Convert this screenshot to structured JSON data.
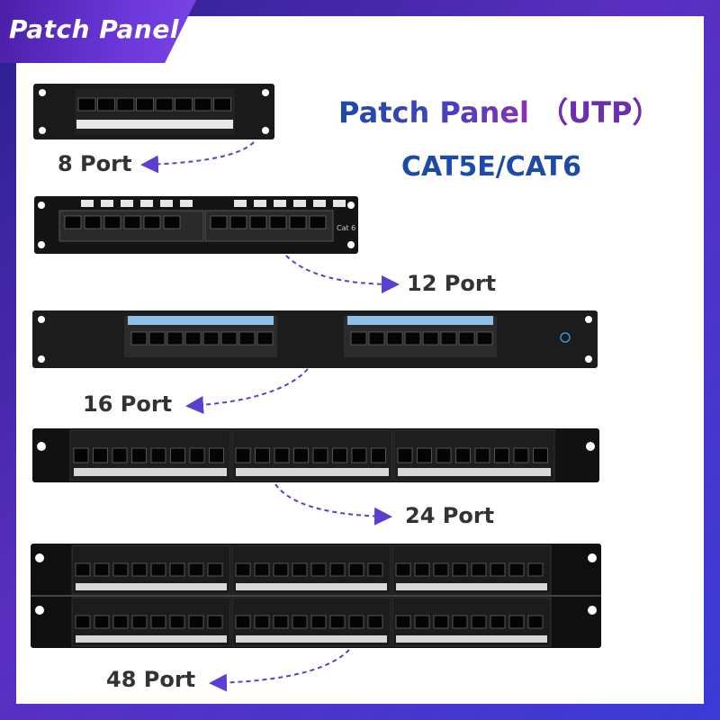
{
  "banner": {
    "text": "Patch Panel"
  },
  "title": {
    "line1": "Patch Panel",
    "line1_suffix": " （UTP）",
    "line2": "CAT5E/CAT6"
  },
  "panels": [
    {
      "label": "8 Port",
      "ports": 8,
      "cat_text": ""
    },
    {
      "label": "12 Port",
      "ports": 12,
      "cat_text": "Cat 6"
    },
    {
      "label": "16 Port",
      "ports": 16,
      "cat_text": ""
    },
    {
      "label": "24 Port",
      "ports": 24,
      "cat_text": ""
    },
    {
      "label": "48 Port",
      "ports": 48,
      "cat_text": ""
    }
  ],
  "colors": {
    "accent_blue": "#1b4aa8",
    "accent_purple": "#6a36d8",
    "panel_black": "#151515",
    "arrow": "#5a3fd0"
  }
}
